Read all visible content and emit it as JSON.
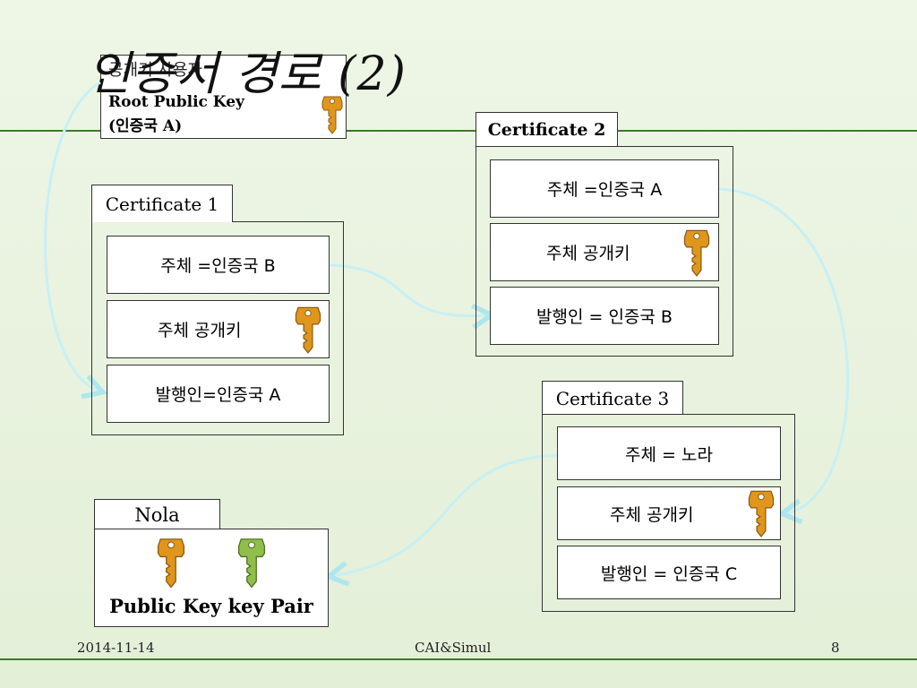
{
  "title": "인증서 경로 (2)",
  "root_key": {
    "label": "공개키 사용자",
    "line1": "Root Public Key",
    "line2": "(인증국 A)"
  },
  "cert1": {
    "tab": "Certificate 1",
    "subject": "주체 =인증국 B",
    "public_key": "주체 공개키",
    "issuer": "발행인=인증국 A"
  },
  "cert2": {
    "tab": "Certificate  2",
    "subject": "주체 =인증국 A",
    "public_key": "주체 공개키",
    "issuer": "발행인 = 인증국 B"
  },
  "cert3": {
    "tab": "Certificate 3",
    "subject": "주체 = 노라",
    "public_key": "주체 공개키",
    "issuer": "발행인 = 인증국 C"
  },
  "nola": {
    "tab": "Nola",
    "caption": "Public Key key Pair"
  },
  "footer": {
    "date": "2014-11-14",
    "center": "CAI&Simul",
    "page": "8"
  },
  "colors": {
    "rule": "#3d7a2a",
    "connector": "#c8f0f4",
    "key_gold": "#e0961c",
    "key_green": "#8fbf4a"
  }
}
